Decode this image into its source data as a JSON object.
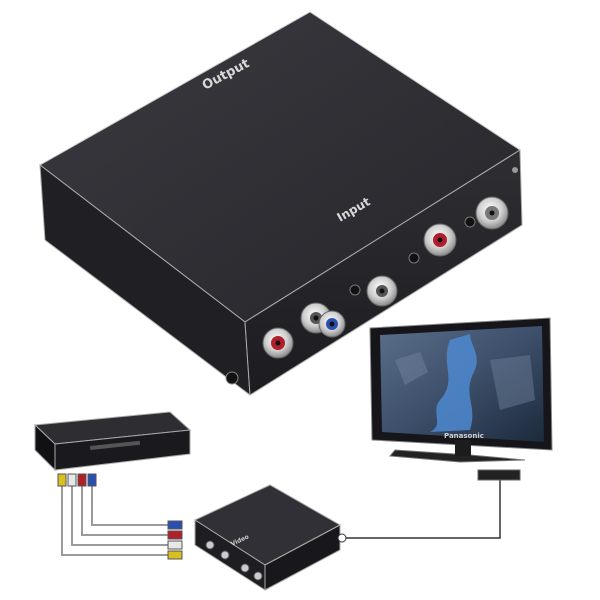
{
  "product": {
    "top_label": "Output",
    "front_label": "Input",
    "small_label": "Video",
    "tv_brand": "Panasonic"
  },
  "colors": {
    "case": "#2a2a2e",
    "case_top": "#333338",
    "rca_red": "#b0202a",
    "rca_blue": "#2b4fb0",
    "rca_white": "#e8e8e8",
    "rca_yellow": "#d8c020"
  }
}
